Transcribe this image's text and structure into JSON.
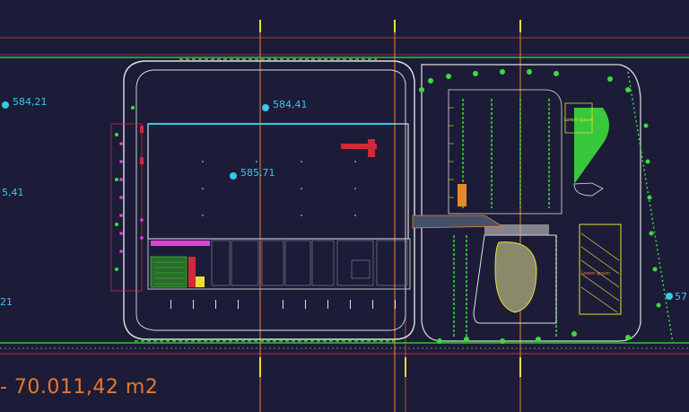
{
  "drawing": {
    "area_label": "- 70.011,42 m2",
    "colors": {
      "background": "#1c1c38",
      "boundary_red": "#d0283c",
      "site_green": "#3cdc3c",
      "outline_white": "#e0e0e0",
      "cyan_text": "#38c8e8",
      "axis_orange": "#e8882a",
      "marker_yellow": "#e8e030",
      "magenta": "#e040e0"
    },
    "elevations": [
      {
        "id": "el-584-21",
        "text": "584,21"
      },
      {
        "id": "el-584-41",
        "text": "584,41"
      },
      {
        "id": "el-585-71",
        "text": "585,71"
      },
      {
        "id": "el-5-41",
        "text": "5,41"
      },
      {
        "id": "el-21",
        "text": "21"
      },
      {
        "id": "el-57",
        "text": "57"
      }
    ],
    "parking_text_1": "Lorem Ipsum",
    "parking_text_2": "Lorem Ipsum"
  }
}
